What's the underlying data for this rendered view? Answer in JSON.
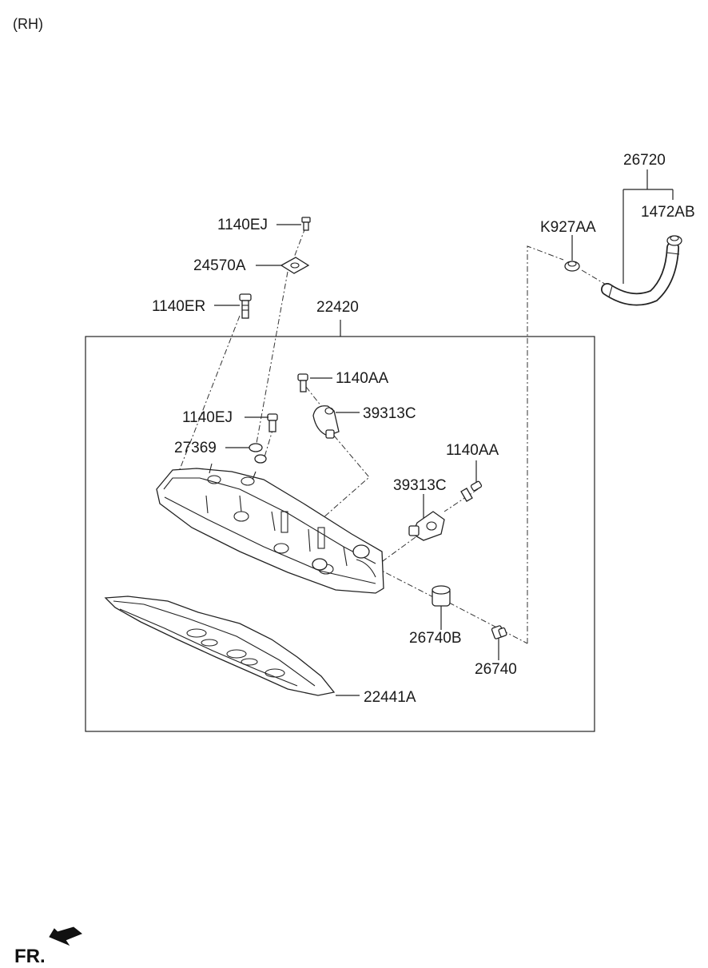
{
  "side_label": "(RH)",
  "direction_label": "FR.",
  "parts": {
    "hose_assembly": "26720",
    "hose_clamp_right": "1472AB",
    "hose_clamp_left": "K927AA",
    "bolt_top": "1140EJ",
    "bracket": "24570A",
    "bolt_left": "1140ER",
    "cover_assembly": "22420",
    "bolt_sensor_upper": "1140AA",
    "sensor_upper": "39313C",
    "bolt_mid": "1140EJ",
    "washer": "27369",
    "bolt_sensor_lower": "1140AA",
    "sensor_lower": "39313C",
    "grommet": "26740B",
    "pcv_valve": "26740",
    "gasket": "22441A"
  }
}
